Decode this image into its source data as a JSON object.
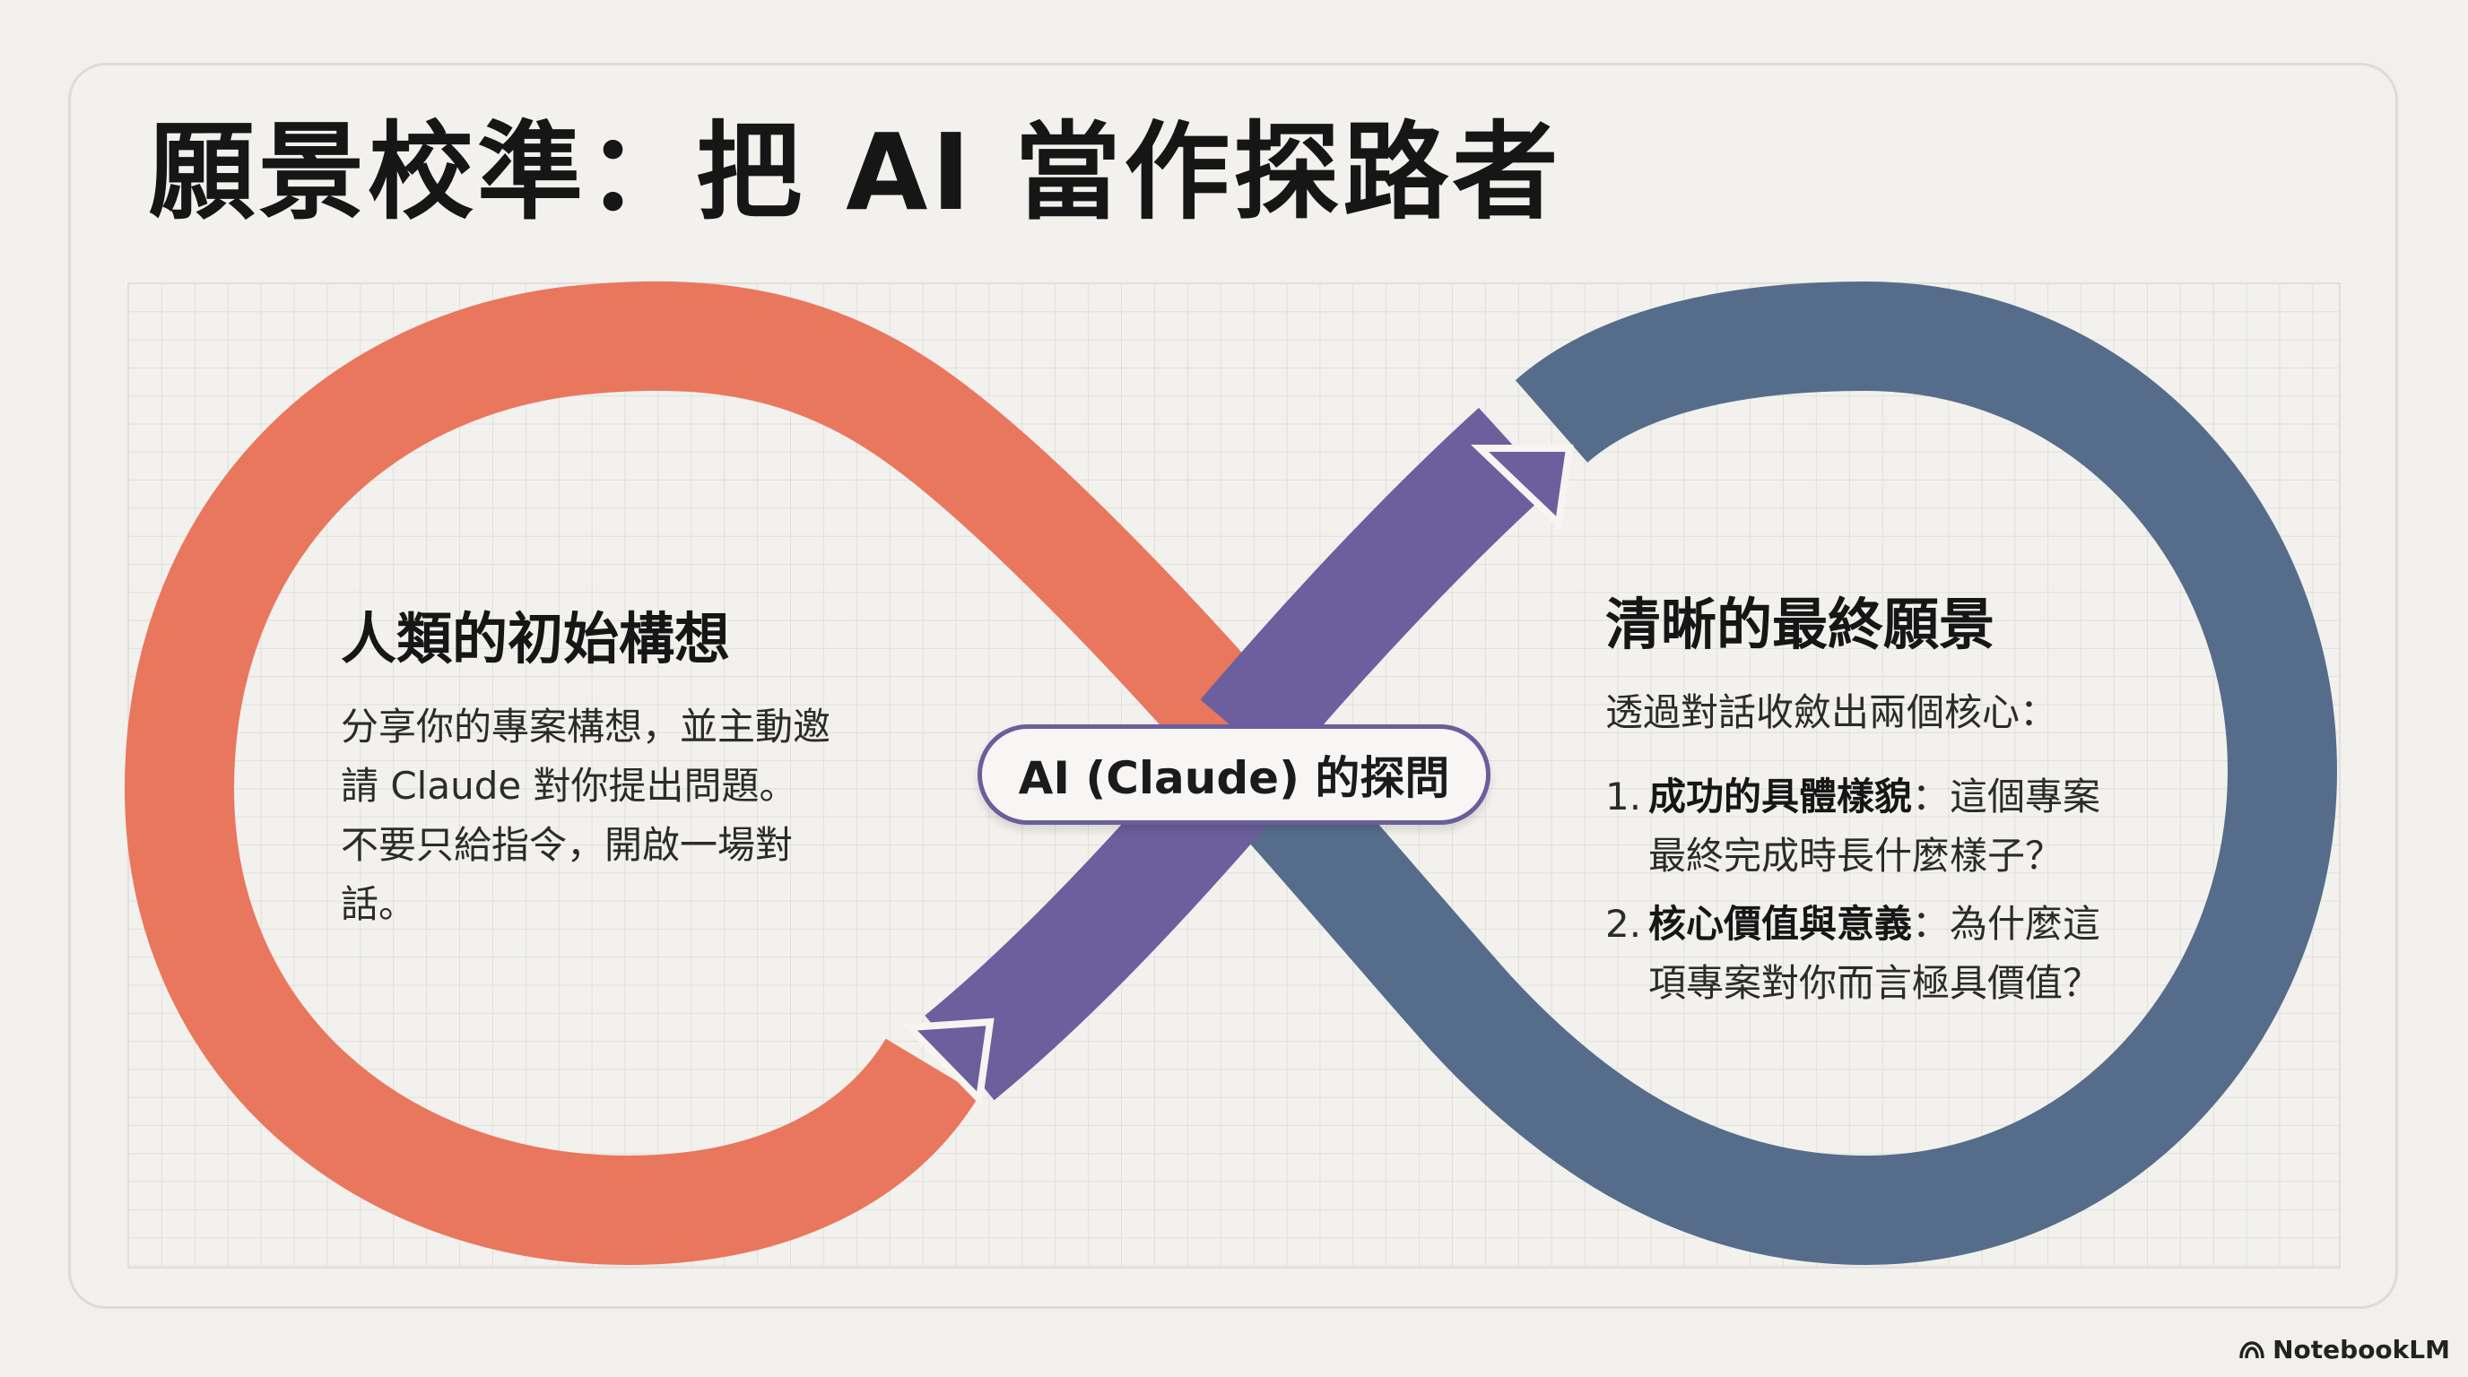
{
  "title": "願景校準：把 AI 當作探路者",
  "left": {
    "heading": "人類的初始構想",
    "lines": [
      "分享你的專案構想，並主動邀",
      "請 Claude 對你提出問題。",
      "不要只給指令，開啟一場對",
      "話。"
    ]
  },
  "center": {
    "label": "AI (Claude) 的探問"
  },
  "right": {
    "heading": "清晰的最終願景",
    "intro": "透過對話收斂出兩個核心：",
    "points": [
      {
        "number": "1.",
        "bold": "成功的具體樣貌",
        "line1": "：這個專案",
        "line2": "最終完成時長什麼樣子？"
      },
      {
        "number": "2.",
        "bold": "核心價值與意義",
        "line1": "：為什麼這",
        "line2": "項專案對你而言極具價值？"
      }
    ]
  },
  "brand": {
    "label": "NotebookLM",
    "icon": "notebooklm-logo-icon"
  },
  "colors": {
    "human_loop": "#e9775e",
    "vision_loop": "#556d8a",
    "ai_arrow": "#6c5f9e",
    "grid": "#e0dfdb"
  }
}
